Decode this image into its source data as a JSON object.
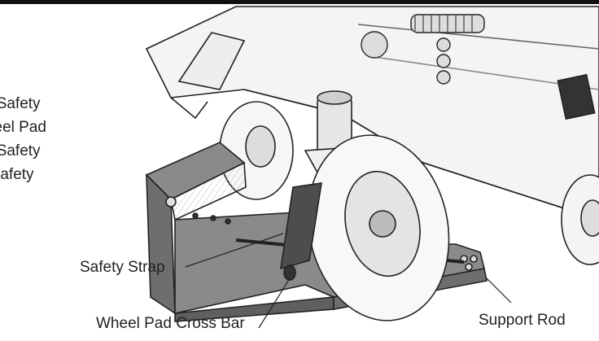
{
  "side_text": [
    "the Safety",
    "Wheel Pad",
    "the Safety",
    "the Safety"
  ],
  "callouts": {
    "safety_strap": "Safety Strap",
    "wheel_pad_cross_bar": "Wheel Pad Cross Bar",
    "support_rod": "Support Rod"
  },
  "colors": {
    "ink": "#222222",
    "part_gray": "#8a8a8a",
    "part_dark": "#5f5f5f"
  }
}
